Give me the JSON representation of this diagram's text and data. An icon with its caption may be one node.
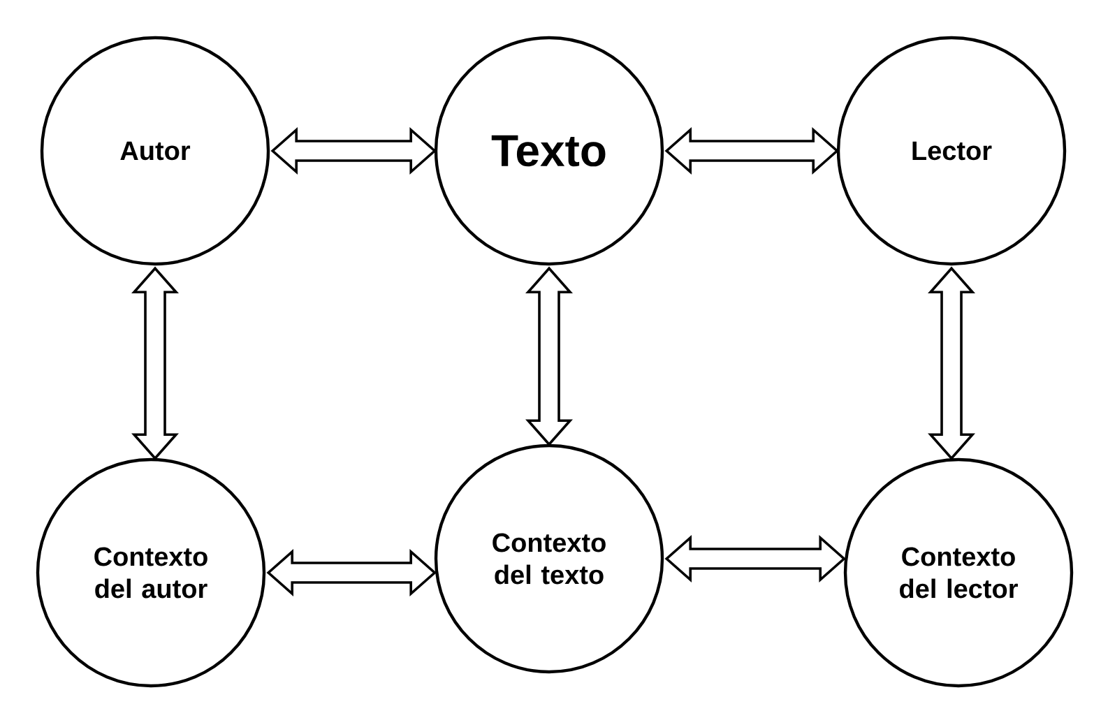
{
  "diagram": {
    "nodes": [
      {
        "text": [
          "Autor"
        ]
      },
      {
        "text": [
          "Texto"
        ]
      },
      {
        "text": [
          "Lector"
        ]
      },
      {
        "text": [
          "Contexto del autor"
        ]
      },
      {
        "text": [
          "Contexto del texto"
        ]
      },
      {
        "text": [
          "Contexto del lector"
        ]
      }
    ],
    "edges": [
      {
        "from": 0,
        "to": 1,
        "arrow": "both"
      },
      {
        "from": 1,
        "to": 2,
        "arrow": "both"
      },
      {
        "from": 0,
        "to": 3,
        "arrow": "both"
      },
      {
        "from": 1,
        "to": 4,
        "arrow": "both"
      },
      {
        "from": 2,
        "to": 5,
        "arrow": "both"
      },
      {
        "from": 3,
        "to": 4,
        "arrow": "both"
      },
      {
        "from": 4,
        "to": 5,
        "arrow": "both"
      }
    ]
  }
}
